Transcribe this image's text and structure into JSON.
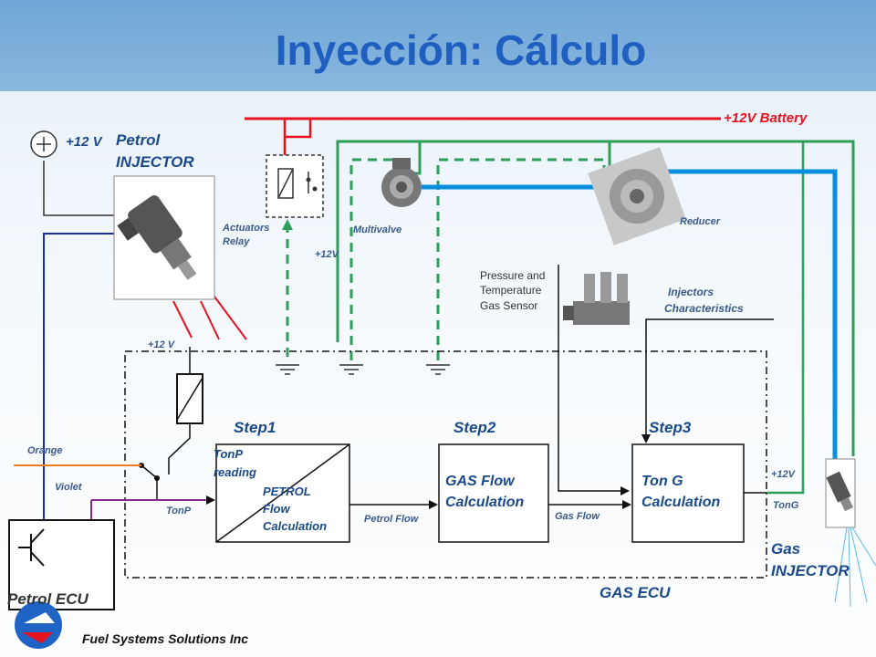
{
  "title": "Inyección: Cálculo",
  "labels": {
    "battery": "+12V Battery",
    "petrol_injector_v": "+12 V",
    "petrol_injector_name1": "Petrol",
    "petrol_injector_name2": "INJECTOR",
    "actuators_relay1": "Actuators",
    "actuators_relay2": "Relay",
    "relay_12v": "+12V",
    "multivalve": "Multivalve",
    "reducer": "Reducer",
    "pressure_sensor1": "Pressure and",
    "pressure_sensor2": "Temperature",
    "pressure_sensor3": "Gas Sensor",
    "injectors_char1": "Injectors",
    "injectors_char2": "Characteristics",
    "ecu_12v": "+12 V",
    "step1": "Step1",
    "step2": "Step2",
    "step3": "Step3",
    "tonp_reading1": "TonP",
    "tonp_reading2": "reading",
    "petrol_flow_calc1": "PETROL",
    "petrol_flow_calc2": "Flow",
    "petrol_flow_calc3": "Calculation",
    "gas_flow_calc1": "GAS Flow",
    "gas_flow_calc2": "Calculation",
    "ton_g_calc1": "Ton G",
    "ton_g_calc2": "Calculation",
    "petrol_flow": "Petrol Flow",
    "gas_flow": "Gas Flow",
    "orange": "Orange",
    "violet": "Violet",
    "tonp": "TonP",
    "gas_inj_12v": "+12V",
    "tong": "TonG",
    "gas_injector1": "Gas",
    "gas_injector2": "INJECTOR",
    "gas_ecu": "GAS ECU",
    "petrol_ecu": "Petrol ECU",
    "company": "Fuel Systems Solutions Inc"
  },
  "colors": {
    "title": "#1f5fbf",
    "battery_line": "#e8121f",
    "green_line": "#2e9e5a",
    "blue_line": "#1b2ea8",
    "gas_pipe": "#0a8fe0",
    "orange_wire": "#f07b1c",
    "violet_wire": "#8e2a8e"
  }
}
